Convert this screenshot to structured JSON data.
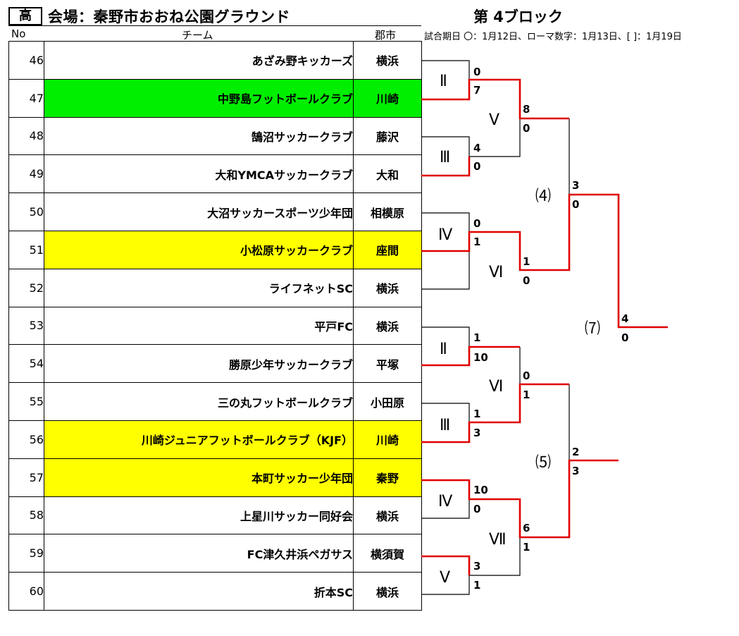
{
  "header": {
    "badge": "高",
    "venue": "会場：秦野市おおね公園グラウンド",
    "block": "第 4ブロック",
    "col_no": "No",
    "col_team": "チーム",
    "col_region": "郡市",
    "legend": "試合期日 〇：1月12日、ローマ数字：1月13日、[ ]：1月19日"
  },
  "colors": {
    "highlight_green": "#00ee00",
    "highlight_yellow": "#ffff00",
    "winner_line": "#e00000"
  },
  "teams": [
    {
      "no": "46",
      "name": "あざみ野キッカーズ",
      "region": "横浜",
      "highlight": ""
    },
    {
      "no": "47",
      "name": "中野島フットボールクラブ",
      "region": "川崎",
      "highlight": "green"
    },
    {
      "no": "48",
      "name": "鵠沼サッカークラブ",
      "region": "藤沢",
      "highlight": ""
    },
    {
      "no": "49",
      "name": "大和YMCAサッカークラブ",
      "region": "大和",
      "highlight": ""
    },
    {
      "no": "50",
      "name": "大沼サッカースポーツ少年団",
      "region": "相模原",
      "highlight": ""
    },
    {
      "no": "51",
      "name": "小松原サッカークラブ",
      "region": "座間",
      "highlight": "yellow"
    },
    {
      "no": "52",
      "name": "ライフネットSC",
      "region": "横浜",
      "highlight": ""
    },
    {
      "no": "53",
      "name": "平戸FC",
      "region": "横浜",
      "highlight": ""
    },
    {
      "no": "54",
      "name": "勝原少年サッカークラブ",
      "region": "平塚",
      "highlight": ""
    },
    {
      "no": "55",
      "name": "三の丸フットボールクラブ",
      "region": "小田原",
      "highlight": ""
    },
    {
      "no": "56",
      "name": "川崎ジュニアフットボールクラブ（KJF）",
      "region": "川崎",
      "highlight": "yellow"
    },
    {
      "no": "57",
      "name": "本町サッカー少年団",
      "region": "秦野",
      "highlight": "yellow"
    },
    {
      "no": "58",
      "name": "上星川サッカー同好会",
      "region": "横浜",
      "highlight": ""
    },
    {
      "no": "59",
      "name": "FC津久井浜ペガサス",
      "region": "横須賀",
      "highlight": ""
    },
    {
      "no": "60",
      "name": "折本SC",
      "region": "横浜",
      "highlight": ""
    }
  ],
  "rounds": [
    "Ⅱ",
    "Ⅲ",
    "Ⅳ",
    "Ⅴ",
    "Ⅵ",
    "Ⅱ",
    "Ⅲ",
    "Ⅳ",
    "Ⅴ",
    "Ⅵ",
    "Ⅶ",
    "⑷",
    "⑸",
    "⑺"
  ],
  "scores": [
    "0",
    "7",
    "4",
    "0",
    "0",
    "1",
    "1",
    "10",
    "1",
    "3",
    "10",
    "0",
    "3",
    "1",
    "8",
    "0",
    "1",
    "0",
    "0",
    "1",
    "6",
    "1",
    "3",
    "0",
    "2",
    "3",
    "4",
    "0"
  ]
}
